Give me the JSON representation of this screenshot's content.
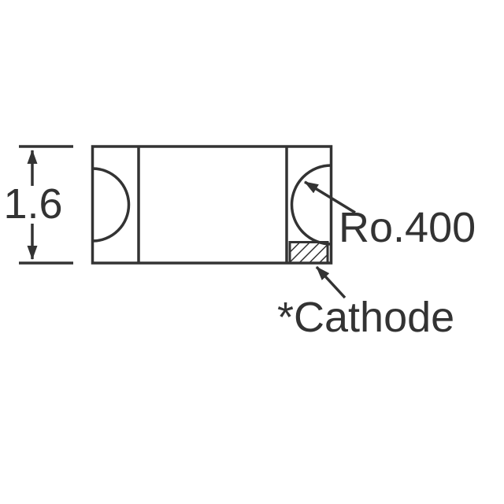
{
  "figure": {
    "type": "component-mechanical-drawing",
    "labels": {
      "height_dimension": "1.6",
      "radius": "Ro.400",
      "cathode": "*Cathode"
    },
    "colors": {
      "line": "#333333",
      "background": "#ffffff"
    }
  }
}
